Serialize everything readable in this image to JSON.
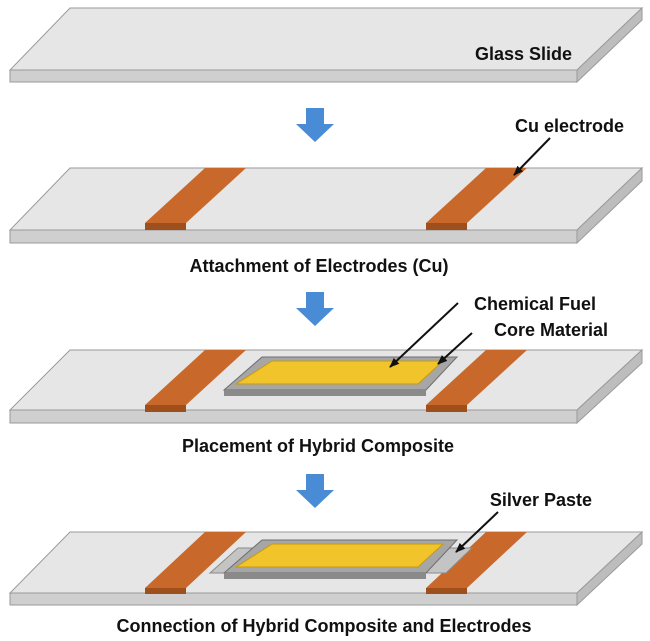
{
  "steps": [
    {
      "label": "Glass Slide"
    },
    {
      "label": "Attachment of Electrodes (Cu)",
      "callout": "Cu electrode"
    },
    {
      "label": "Placement of Hybrid Composite",
      "callout_fuel": "Chemical Fuel",
      "callout_core": "Core Material"
    },
    {
      "label": "Connection of Hybrid Composite and Electrodes",
      "callout": "Silver Paste"
    }
  ],
  "colors": {
    "glass_top": "#e6e6e6",
    "glass_front": "#cfcfcf",
    "glass_side": "#bdbdbd",
    "glass_edge": "#9a9a9a",
    "copper": "#c8692b",
    "copper_dark": "#9e4f1c",
    "core_gray": "#a6a6a6",
    "core_dark": "#6e6e6e",
    "fuel_yellow": "#f2c42c",
    "fuel_edge": "#c79a10",
    "silver": "#c4c4c4",
    "arrow_blue": "#4a8bd6"
  }
}
